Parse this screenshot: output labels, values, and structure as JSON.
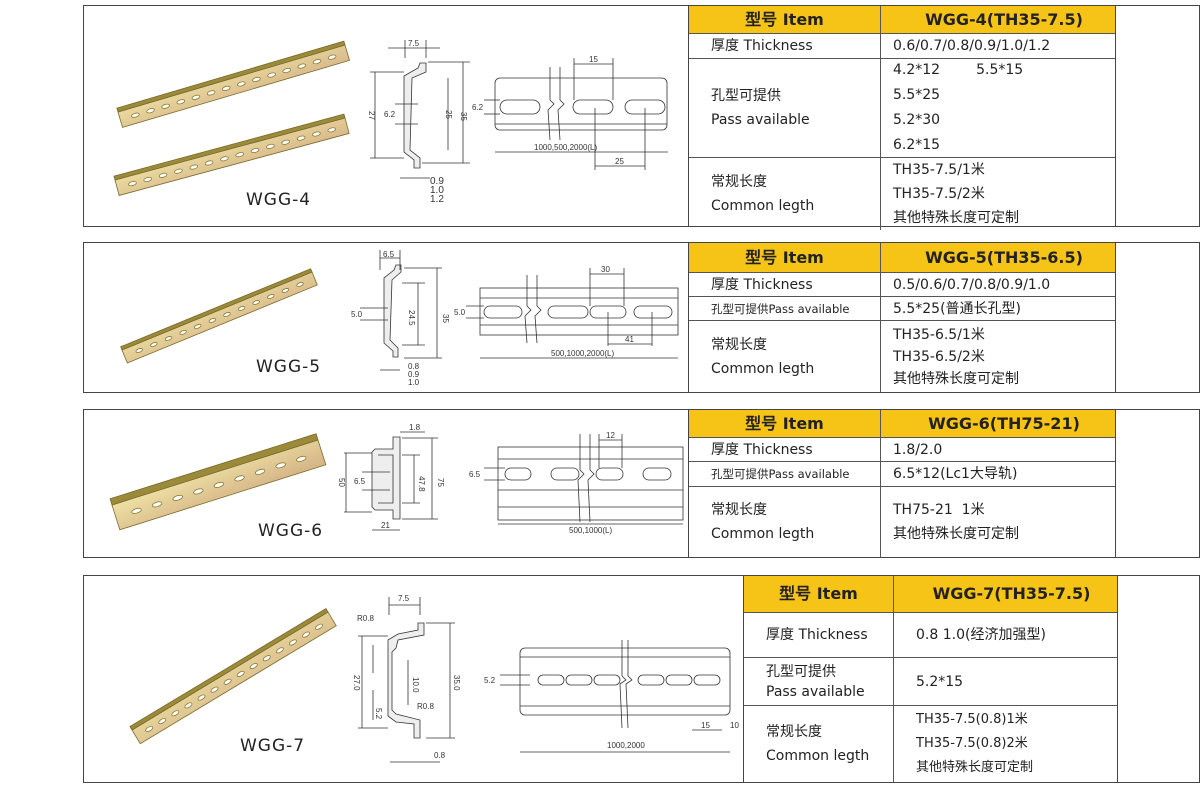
{
  "sections": [
    {
      "model": "WGG-4",
      "header": {
        "item": "型号 Item",
        "value": "WGG-4(TH35-7.5)"
      },
      "thickness": {
        "label": "厚度 Thickness",
        "value": "0.6/0.7/0.8/0.9/1.0/1.2"
      },
      "holes": {
        "label_cn": "孔型可提供",
        "label_en": "Pass available",
        "values": [
          "4.2*12",
          "5.5*15",
          "5.5*25",
          "5.2*30",
          "6.2*15"
        ]
      },
      "length": {
        "label_cn": "常规长度",
        "label_en": "Common legth",
        "values": [
          "TH35-7.5/1米",
          "TH35-7.5/2米",
          "其他特殊长度可定制"
        ]
      },
      "dims": {
        "width": "7.5",
        "inner": "27",
        "hole": "6.2",
        "depth_inner": "25",
        "height": "35",
        "t1": "0.9",
        "t2": "1.0",
        "t3": "1.2",
        "slot_len": "15",
        "slot_h": "6.2",
        "length": "1000,500,2000(L)",
        "pitch": "25"
      }
    },
    {
      "model": "WGG-5",
      "header": {
        "item": "型号 Item",
        "value": "WGG-5(TH35-6.5)"
      },
      "thickness": {
        "label": "厚度 Thickness",
        "value": "0.5/0.6/0.7/0.8/0.9/1.0"
      },
      "holes": {
        "label": "孔型可提供Pass available",
        "value": "5.5*25(普通长孔型)"
      },
      "length": {
        "label_cn": "常规长度",
        "label_en": "Common legth",
        "values": [
          "TH35-6.5/1米",
          "TH35-6.5/2米",
          "其他特殊长度可定制"
        ]
      },
      "dims": {
        "width": "6.5",
        "hole": "5.0",
        "inner": "24.5",
        "height": "35",
        "t1": "0.8",
        "t2": "0.9",
        "t3": "1.0",
        "slot_len": "30",
        "slot_h": "5.0",
        "pitch": "41",
        "length": "500,1000,2000(L)"
      }
    },
    {
      "model": "WGG-6",
      "header": {
        "item": "型号 Item",
        "value": "WGG-6(TH75-21)"
      },
      "thickness": {
        "label": "厚度 Thickness",
        "value": "1.8/2.0"
      },
      "holes": {
        "label": "孔型可提供Pass available",
        "value": "6.5*12(Lc1大导轨)"
      },
      "length": {
        "label_cn": "常规长度",
        "label_en": "Common legth",
        "values": [
          "TH75-21  1米",
          "其他特殊长度可定制"
        ]
      },
      "dims": {
        "thick": "1.8",
        "outer": "50",
        "hole": "6.5",
        "inner": "47.8",
        "height": "75",
        "depth": "21",
        "slot_len": "12",
        "slot_h": "6.5",
        "length": "500,1000(L)"
      }
    },
    {
      "model": "WGG-7",
      "header": {
        "item": "型号 Item",
        "value": "WGG-7(TH35-7.5)"
      },
      "thickness": {
        "label": "厚度 Thickness",
        "value": "0.8 1.0(经济加强型)"
      },
      "holes": {
        "label_cn": "孔型可提供",
        "label_en": "Pass available",
        "value": "5.2*15"
      },
      "length": {
        "label_cn": "常规长度",
        "label_en": "Common legth",
        "values": [
          "TH35-7.5(0.8)1米",
          "TH35-7.5(0.8)2米",
          "其他特殊长度可定制"
        ]
      },
      "dims": {
        "width": "7.5",
        "r_top": "R0.8",
        "inner": "27.0",
        "slot_span": "10.0",
        "hole": "5.2",
        "r_bottom": "R0.8",
        "height": "35.0",
        "thick": "0.8",
        "slot_h": "5.2",
        "slot_len": "15",
        "edge": "10",
        "length": "1000,2000"
      }
    }
  ],
  "colors": {
    "header_bg": "#f6c416",
    "rail_light": "#e9d98a",
    "rail_dark": "#9a8a3a"
  }
}
